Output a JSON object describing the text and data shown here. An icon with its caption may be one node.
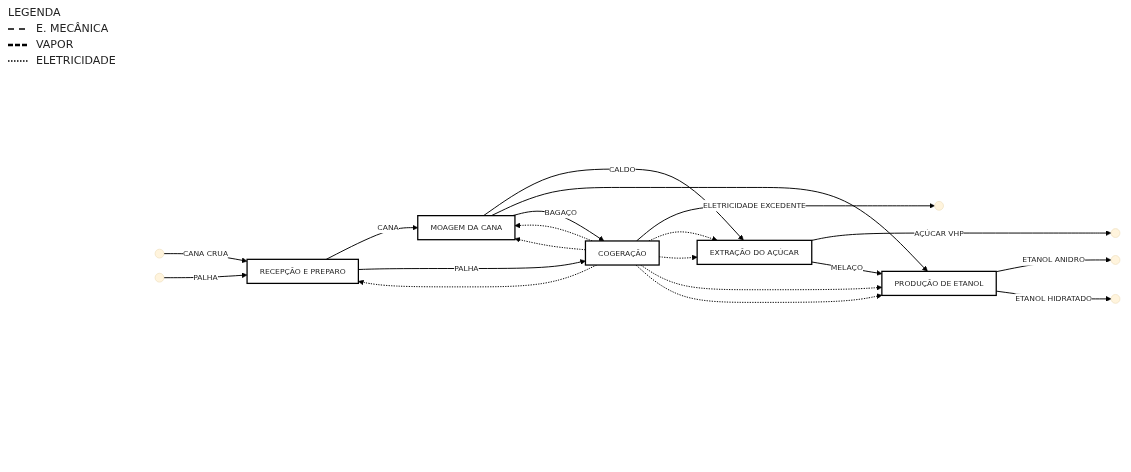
{
  "diagram": {
    "nodes": [
      {
        "text": [
          "RECEPÇÃO E PREPARO"
        ]
      },
      {
        "text": [
          "MOAGEM DA CANA"
        ]
      },
      {
        "text": [
          "EXTRAÇÃO DO AÇÚCAR"
        ]
      },
      {
        "text": [
          "PRODUÇÃO DE ETANOL"
        ]
      },
      {
        "text": [
          "COGERAÇÃO"
        ]
      }
    ],
    "edges": [
      {
        "from": null,
        "to": 0,
        "arrow": "to",
        "label": "CANA CRUA"
      },
      {
        "from": null,
        "to": 0,
        "arrow": "to",
        "label": "PALHA"
      },
      {
        "from": 0,
        "to": 1,
        "arrow": "to",
        "label": "CANA"
      },
      {
        "from": 0,
        "to": 4,
        "arrow": "to",
        "label": "PALHA"
      },
      {
        "from": 1,
        "to": 2,
        "arrow": "to",
        "label": "CALDO"
      },
      {
        "from": 1,
        "to": 3,
        "arrow": "to"
      },
      {
        "from": 1,
        "to": 4,
        "arrow": "to",
        "label": "BAGAÇO"
      },
      {
        "from": 2,
        "to": null,
        "arrow": "to",
        "label": "AÇÚCAR VHP"
      },
      {
        "from": 2,
        "to": 3,
        "arrow": "to",
        "label": "MELAÇO"
      },
      {
        "from": 3,
        "to": null,
        "arrow": "to",
        "label": "ETANOL ANIDRO"
      },
      {
        "from": 3,
        "to": null,
        "arrow": "to",
        "label": "ETANOL HIDRATADO"
      },
      {
        "from": 4,
        "to": null,
        "arrow": "to",
        "label": "ELETRICIDADE EXCEDENTE"
      },
      {
        "from": 4,
        "to": 0,
        "arrow": "to",
        "style": "dashed"
      },
      {
        "from": 4,
        "to": 1,
        "arrow": "to",
        "style": "dashed"
      },
      {
        "from": 4,
        "to": 1,
        "arrow": "to",
        "style": "dashed"
      },
      {
        "from": 4,
        "to": 2,
        "arrow": "to",
        "style": "dashed"
      },
      {
        "from": 4,
        "to": 2,
        "arrow": "to",
        "style": "dashed"
      },
      {
        "from": 4,
        "to": 3,
        "arrow": "to",
        "style": "dashed"
      },
      {
        "from": 4,
        "to": 3,
        "arrow": "to",
        "style": "dashed"
      }
    ],
    "labels": [
      "LEGENDA"
    ],
    "legend": [
      {
        "text": "E. MECÂNICA"
      },
      {
        "text": "VAPOR"
      },
      {
        "text": "ELETRICIDADE"
      }
    ]
  }
}
